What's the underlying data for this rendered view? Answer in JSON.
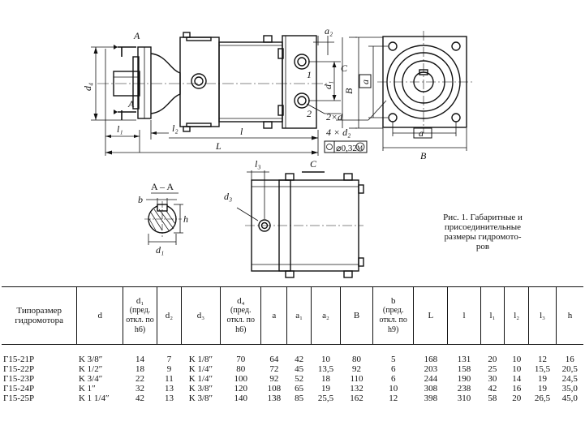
{
  "drawing_labels": {
    "A_top": "A",
    "A_bottom": "A",
    "a2": "a₂",
    "C_right": "C",
    "d1": "d₁",
    "B_vert": "B",
    "a_vert": "a",
    "d4": "d₄",
    "one": "1",
    "two": "2",
    "two_x_d": "2×d",
    "four_x_d2": "4 × d₂",
    "tolerance": "⌀0,32",
    "tolerance_mod": "M",
    "l1": "l₁",
    "l2": "l₂",
    "l": "l",
    "L": "L",
    "a_horiz": "a",
    "B_horiz": "B",
    "section": "A – A",
    "b": "b",
    "h": "h",
    "d1_section": "d₁",
    "l3": "l₃",
    "C_side": "C",
    "d3": "d₃"
  },
  "caption": {
    "line1": "Рис. 1. Габаритные и",
    "line2": "присоединительные",
    "line3": "размеры гидромото-",
    "line4": "ров"
  },
  "table": {
    "headers": [
      {
        "main": "Типоразмер гидромотора",
        "sub": ""
      },
      {
        "main": "d",
        "sub": ""
      },
      {
        "main": "d₁",
        "sub": "(пред. откл. по h6)"
      },
      {
        "main": "d₂",
        "sub": ""
      },
      {
        "main": "d₃",
        "sub": ""
      },
      {
        "main": "d₄",
        "sub": "(пред. откл. по h6)"
      },
      {
        "main": "a",
        "sub": ""
      },
      {
        "main": "a₁",
        "sub": ""
      },
      {
        "main": "a₂",
        "sub": ""
      },
      {
        "main": "B",
        "sub": ""
      },
      {
        "main": "b",
        "sub": "(пред. откл. по h9)"
      },
      {
        "main": "L",
        "sub": ""
      },
      {
        "main": "l",
        "sub": ""
      },
      {
        "main": "l₁",
        "sub": ""
      },
      {
        "main": "l₂",
        "sub": ""
      },
      {
        "main": "l₃",
        "sub": ""
      },
      {
        "main": "h",
        "sub": ""
      }
    ],
    "rows": [
      [
        "Г15-21Р",
        "K 3/8″",
        "14",
        "7",
        "K 1/8″",
        "70",
        "64",
        "42",
        "10",
        "80",
        "5",
        "168",
        "131",
        "20",
        "10",
        "12",
        "16"
      ],
      [
        "Г15-22Р",
        "K 1/2″",
        "18",
        "9",
        "K 1/4″",
        "80",
        "72",
        "45",
        "13,5",
        "92",
        "6",
        "203",
        "158",
        "25",
        "10",
        "15,5",
        "20,5"
      ],
      [
        "Г15-23Р",
        "K 3/4″",
        "22",
        "11",
        "K 1/4″",
        "100",
        "92",
        "52",
        "18",
        "110",
        "6",
        "244",
        "190",
        "30",
        "14",
        "19",
        "24,5"
      ],
      [
        "Г15-24Р",
        "K 1″",
        "32",
        "13",
        "K 3/8″",
        "120",
        "108",
        "65",
        "19",
        "132",
        "10",
        "308",
        "238",
        "42",
        "16",
        "19",
        "35,0"
      ],
      [
        "Г15-25Р",
        "K 1 1/4″",
        "42",
        "13",
        "K 3/8″",
        "140",
        "138",
        "85",
        "25,5",
        "162",
        "12",
        "398",
        "310",
        "58",
        "20",
        "26,5",
        "45,0"
      ]
    ]
  }
}
